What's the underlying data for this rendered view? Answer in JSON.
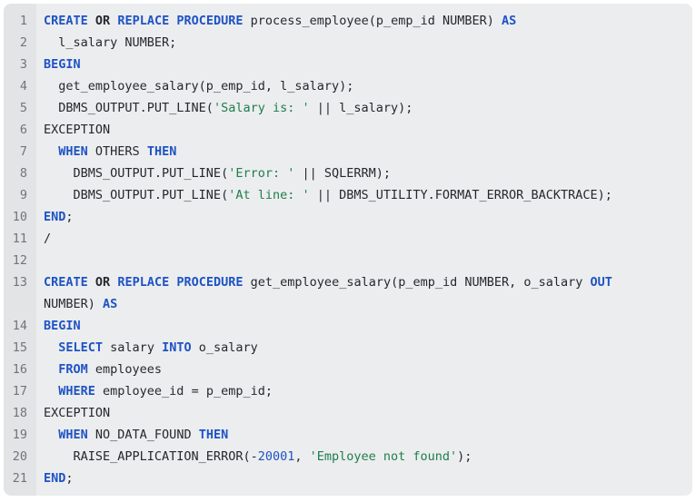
{
  "code_block": {
    "colors": {
      "block_bg": "#ecedee",
      "gutter_bg": "#e3e4e6",
      "line_number": "#70757c",
      "text": "#24282d",
      "keyword": "#1e53c5",
      "string": "#1e7e4d",
      "number": "#1e53c5"
    },
    "rows": [
      {
        "n": "1",
        "tokens": [
          {
            "t": "CREATE",
            "c": "k"
          },
          {
            "t": " ",
            "c": "p"
          },
          {
            "t": "OR",
            "c": "b"
          },
          {
            "t": " ",
            "c": "p"
          },
          {
            "t": "REPLACE",
            "c": "k"
          },
          {
            "t": " ",
            "c": "p"
          },
          {
            "t": "PROCEDURE",
            "c": "k"
          },
          {
            "t": " process_employee(p_emp_id NUMBER) ",
            "c": "p"
          },
          {
            "t": "AS",
            "c": "k"
          }
        ]
      },
      {
        "n": "2",
        "tokens": [
          {
            "t": "  l_salary NUMBER;",
            "c": "p"
          }
        ]
      },
      {
        "n": "3",
        "tokens": [
          {
            "t": "BEGIN",
            "c": "k"
          }
        ]
      },
      {
        "n": "4",
        "tokens": [
          {
            "t": "  get_employee_salary(p_emp_id, l_salary);",
            "c": "p"
          }
        ]
      },
      {
        "n": "5",
        "tokens": [
          {
            "t": "  DBMS_OUTPUT.PUT_LINE(",
            "c": "p"
          },
          {
            "t": "'Salary is: '",
            "c": "s"
          },
          {
            "t": " || l_salary);",
            "c": "p"
          }
        ]
      },
      {
        "n": "6",
        "tokens": [
          {
            "t": "EXCEPTION",
            "c": "p"
          }
        ]
      },
      {
        "n": "7",
        "tokens": [
          {
            "t": "  ",
            "c": "p"
          },
          {
            "t": "WHEN",
            "c": "k"
          },
          {
            "t": " OTHERS ",
            "c": "p"
          },
          {
            "t": "THEN",
            "c": "k"
          }
        ]
      },
      {
        "n": "8",
        "tokens": [
          {
            "t": "    DBMS_OUTPUT.PUT_LINE(",
            "c": "p"
          },
          {
            "t": "'Error: '",
            "c": "s"
          },
          {
            "t": " || SQLERRM);",
            "c": "p"
          }
        ]
      },
      {
        "n": "9",
        "tokens": [
          {
            "t": "    DBMS_OUTPUT.PUT_LINE(",
            "c": "p"
          },
          {
            "t": "'At line: '",
            "c": "s"
          },
          {
            "t": " || DBMS_UTILITY.FORMAT_ERROR_BACKTRACE);",
            "c": "p"
          }
        ]
      },
      {
        "n": "10",
        "tokens": [
          {
            "t": "END",
            "c": "k"
          },
          {
            "t": ";",
            "c": "p"
          }
        ]
      },
      {
        "n": "11",
        "tokens": [
          {
            "t": "/",
            "c": "p"
          }
        ]
      },
      {
        "n": "12",
        "tokens": []
      },
      {
        "n": "13",
        "tokens": [
          {
            "t": "CREATE",
            "c": "k"
          },
          {
            "t": " ",
            "c": "p"
          },
          {
            "t": "OR",
            "c": "b"
          },
          {
            "t": " ",
            "c": "p"
          },
          {
            "t": "REPLACE",
            "c": "k"
          },
          {
            "t": " ",
            "c": "p"
          },
          {
            "t": "PROCEDURE",
            "c": "k"
          },
          {
            "t": " get_employee_salary(p_emp_id NUMBER, o_salary ",
            "c": "p"
          },
          {
            "t": "OUT",
            "c": "k"
          }
        ]
      },
      {
        "n": "",
        "tokens": [
          {
            "t": "NUMBER) ",
            "c": "p"
          },
          {
            "t": "AS",
            "c": "k"
          }
        ]
      },
      {
        "n": "14",
        "tokens": [
          {
            "t": "BEGIN",
            "c": "k"
          }
        ]
      },
      {
        "n": "15",
        "tokens": [
          {
            "t": "  ",
            "c": "p"
          },
          {
            "t": "SELECT",
            "c": "k"
          },
          {
            "t": " salary ",
            "c": "p"
          },
          {
            "t": "INTO",
            "c": "k"
          },
          {
            "t": " o_salary",
            "c": "p"
          }
        ]
      },
      {
        "n": "16",
        "tokens": [
          {
            "t": "  ",
            "c": "p"
          },
          {
            "t": "FROM",
            "c": "k"
          },
          {
            "t": " employees",
            "c": "p"
          }
        ]
      },
      {
        "n": "17",
        "tokens": [
          {
            "t": "  ",
            "c": "p"
          },
          {
            "t": "WHERE",
            "c": "k"
          },
          {
            "t": " employee_id = p_emp_id;",
            "c": "p"
          }
        ]
      },
      {
        "n": "18",
        "tokens": [
          {
            "t": "EXCEPTION",
            "c": "p"
          }
        ]
      },
      {
        "n": "19",
        "tokens": [
          {
            "t": "  ",
            "c": "p"
          },
          {
            "t": "WHEN",
            "c": "k"
          },
          {
            "t": " NO_DATA_FOUND ",
            "c": "p"
          },
          {
            "t": "THEN",
            "c": "k"
          }
        ]
      },
      {
        "n": "20",
        "tokens": [
          {
            "t": "    RAISE_APPLICATION_ERROR(-",
            "c": "p"
          },
          {
            "t": "20001",
            "c": "n"
          },
          {
            "t": ", ",
            "c": "p"
          },
          {
            "t": "'Employee not found'",
            "c": "s"
          },
          {
            "t": ");",
            "c": "p"
          }
        ]
      },
      {
        "n": "21",
        "tokens": [
          {
            "t": "END",
            "c": "k"
          },
          {
            "t": ";",
            "c": "p"
          }
        ]
      }
    ]
  }
}
